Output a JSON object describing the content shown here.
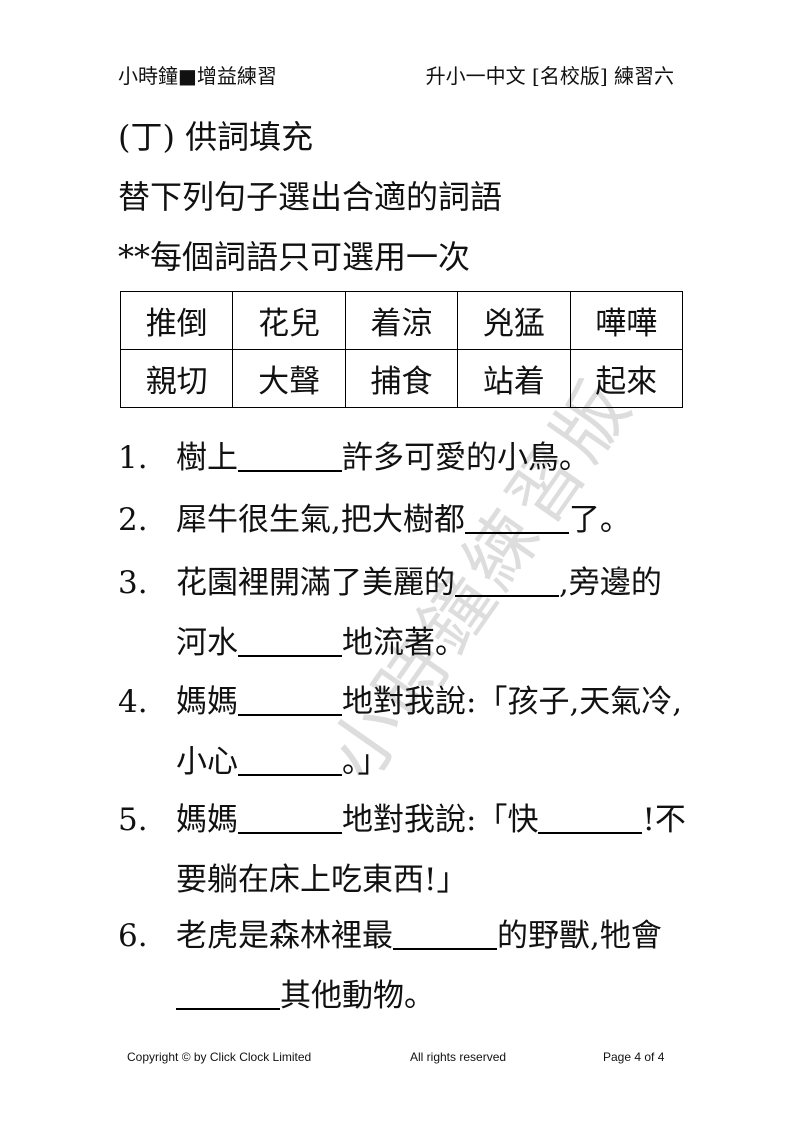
{
  "header": {
    "left": "小時鐘■增益練習",
    "right": "升小一中文 [名校版] 練習六"
  },
  "section_title": "(丁) 供詞填充",
  "instructions": [
    "替下列句子選出合適的詞語",
    "**每個詞語只可選用一次"
  ],
  "word_bank": [
    [
      "推倒",
      "花兒",
      "着涼",
      "兇猛",
      "嘩嘩"
    ],
    [
      "親切",
      "大聲",
      "捕食",
      "站着",
      "起來"
    ]
  ],
  "questions": [
    {
      "num": "1.",
      "parts": [
        "樹上",
        "許多可愛的小鳥。"
      ]
    },
    {
      "num": "2.",
      "parts": [
        "犀牛很生氣,把大樹都",
        "了。"
      ]
    },
    {
      "num": "3.",
      "parts": [
        "花園裡開滿了美麗的",
        ",旁邊的河水",
        "地流著。"
      ]
    },
    {
      "num": "4.",
      "parts": [
        "媽媽",
        "地對我說:「孩子,天氣冷,小心",
        "。」"
      ]
    },
    {
      "num": "5.",
      "parts": [
        "媽媽",
        "地對我說:「快",
        "!不要躺在床上吃東西!」"
      ]
    },
    {
      "num": "6.",
      "parts": [
        "老虎是森林裡最",
        "的野獸,牠會",
        "其他動物。"
      ]
    }
  ],
  "watermark": "小時鐘練習版",
  "footer": {
    "left": "Copyright © by Click Clock Limited",
    "middle": "All rights reserved",
    "right": "Page  4  of  4"
  }
}
